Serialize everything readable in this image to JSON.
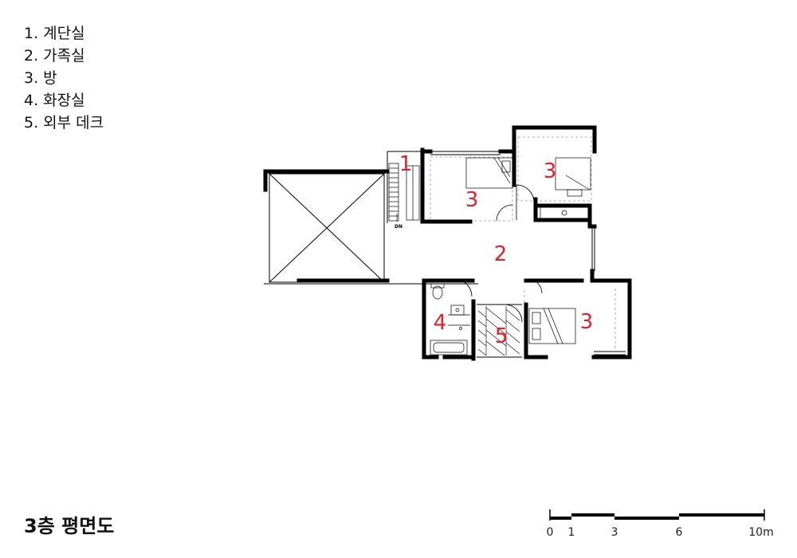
{
  "legend": [
    {
      "num": "1",
      "label": "1. 계단실"
    },
    {
      "num": "2",
      "label": "2. 가족실"
    },
    {
      "num": "3",
      "label": "3. 방"
    },
    {
      "num": "4",
      "label": "4. 화장실"
    },
    {
      "num": "5",
      "label": "5. 외부 데크"
    }
  ],
  "title": "3층 평면도",
  "stair_mark": "DN",
  "rooms": {
    "stair": "1",
    "family": "2",
    "room_a": "3",
    "room_b": "3",
    "room_c": "3",
    "bath": "4",
    "deck": "5"
  },
  "scale": {
    "ticks": [
      "0",
      "1",
      "3",
      "6",
      "10m"
    ]
  },
  "colors": {
    "wall": "#000000",
    "room_number": "#e0202a",
    "text": "#111111"
  }
}
